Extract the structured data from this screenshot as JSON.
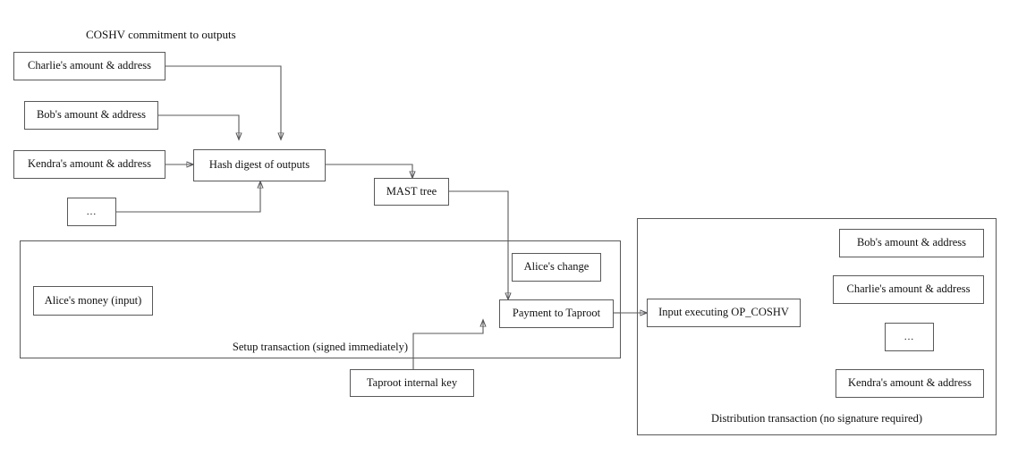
{
  "diagram": {
    "title": "COSHV commitment to outputs",
    "commitment_inputs": [
      {
        "id": "charlie-amount-address",
        "label": "Charlie's amount & address"
      },
      {
        "id": "bob-amount-address",
        "label": "Bob's amount & address"
      },
      {
        "id": "kendra-amount-address",
        "label": "Kendra's amount & address"
      },
      {
        "id": "more-inputs-ellipsis",
        "label": "..."
      }
    ],
    "hash_digest": {
      "id": "hash-digest-of-outputs",
      "label": "Hash digest of outputs"
    },
    "mast_tree": {
      "id": "mast-tree",
      "label": "MAST tree"
    },
    "setup_transaction": {
      "id": "setup-transaction",
      "label": "Setup transaction (signed immediately)",
      "nodes": [
        {
          "id": "alices-money-input",
          "label": "Alice's money (input)"
        },
        {
          "id": "alices-change",
          "label": "Alice's change"
        },
        {
          "id": "payment-to-taproot",
          "label": "Payment to Taproot"
        }
      ]
    },
    "taproot_internal_key": {
      "id": "taproot-internal-key",
      "label": "Taproot internal key"
    },
    "distribution_transaction": {
      "id": "distribution-transaction",
      "label": "Distribution transaction (no signature required)",
      "input_node": {
        "id": "input-executing-op-coshv",
        "label": "Input executing OP_COSHV"
      },
      "outputs": [
        {
          "id": "dist-bob-amount-address",
          "label": "Bob's amount & address"
        },
        {
          "id": "dist-charlie-amount-address",
          "label": "Charlie's amount & address"
        },
        {
          "id": "dist-more-outputs-ellipsis",
          "label": "..."
        },
        {
          "id": "dist-kendra-amount-address",
          "label": "Kendra's amount & address"
        }
      ]
    },
    "colors": {
      "stroke": "#59595c",
      "text": "#111111",
      "background": "#ffffff"
    }
  }
}
